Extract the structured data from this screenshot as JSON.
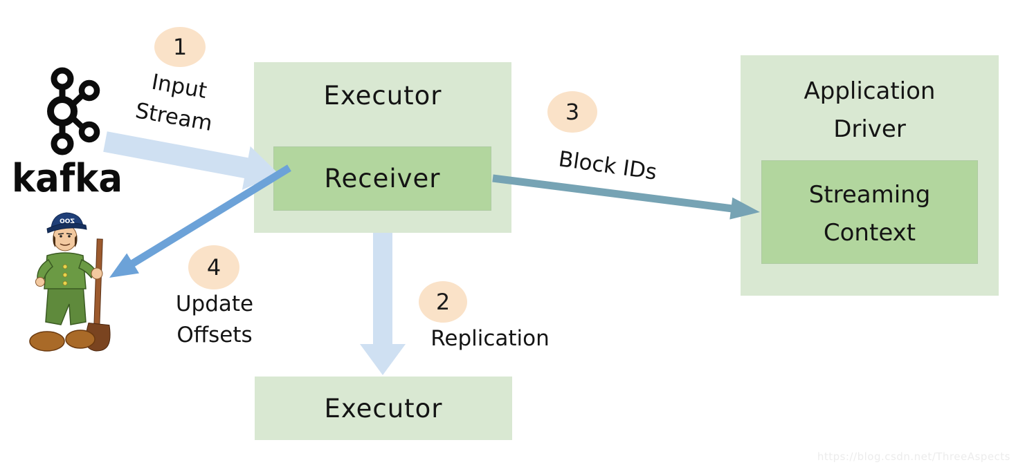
{
  "kafka": {
    "wordmark": "kafka"
  },
  "zookeeper": {
    "cap_text": "ZOO"
  },
  "boxes": {
    "executor_top": {
      "label": "Executor"
    },
    "receiver": {
      "label": "Receiver"
    },
    "application_driver": {
      "line1": "Application",
      "line2": "Driver"
    },
    "streaming_context": {
      "line1": "Streaming",
      "line2": "Context"
    },
    "executor_bottom": {
      "label": "Executor"
    }
  },
  "steps": [
    {
      "number": "1",
      "line1": "Input",
      "line2": "Stream"
    },
    {
      "number": "2",
      "line1": "Replication",
      "line2": ""
    },
    {
      "number": "3",
      "line1": "Block IDs",
      "line2": ""
    },
    {
      "number": "4",
      "line1": "Update",
      "line2": "Offsets"
    }
  ],
  "colors": {
    "box_light_green": "#d9e8d2",
    "box_medium_green": "#b2d69e",
    "arrow_pale_blue": "#cfe0f2",
    "arrow_blue": "#6ca2d8",
    "arrow_steel_blue": "#76a3b4",
    "step_circle_peach": "#fae2c8",
    "text": "#111111"
  },
  "watermark": "https://blog.csdn.net/ThreeAspects"
}
